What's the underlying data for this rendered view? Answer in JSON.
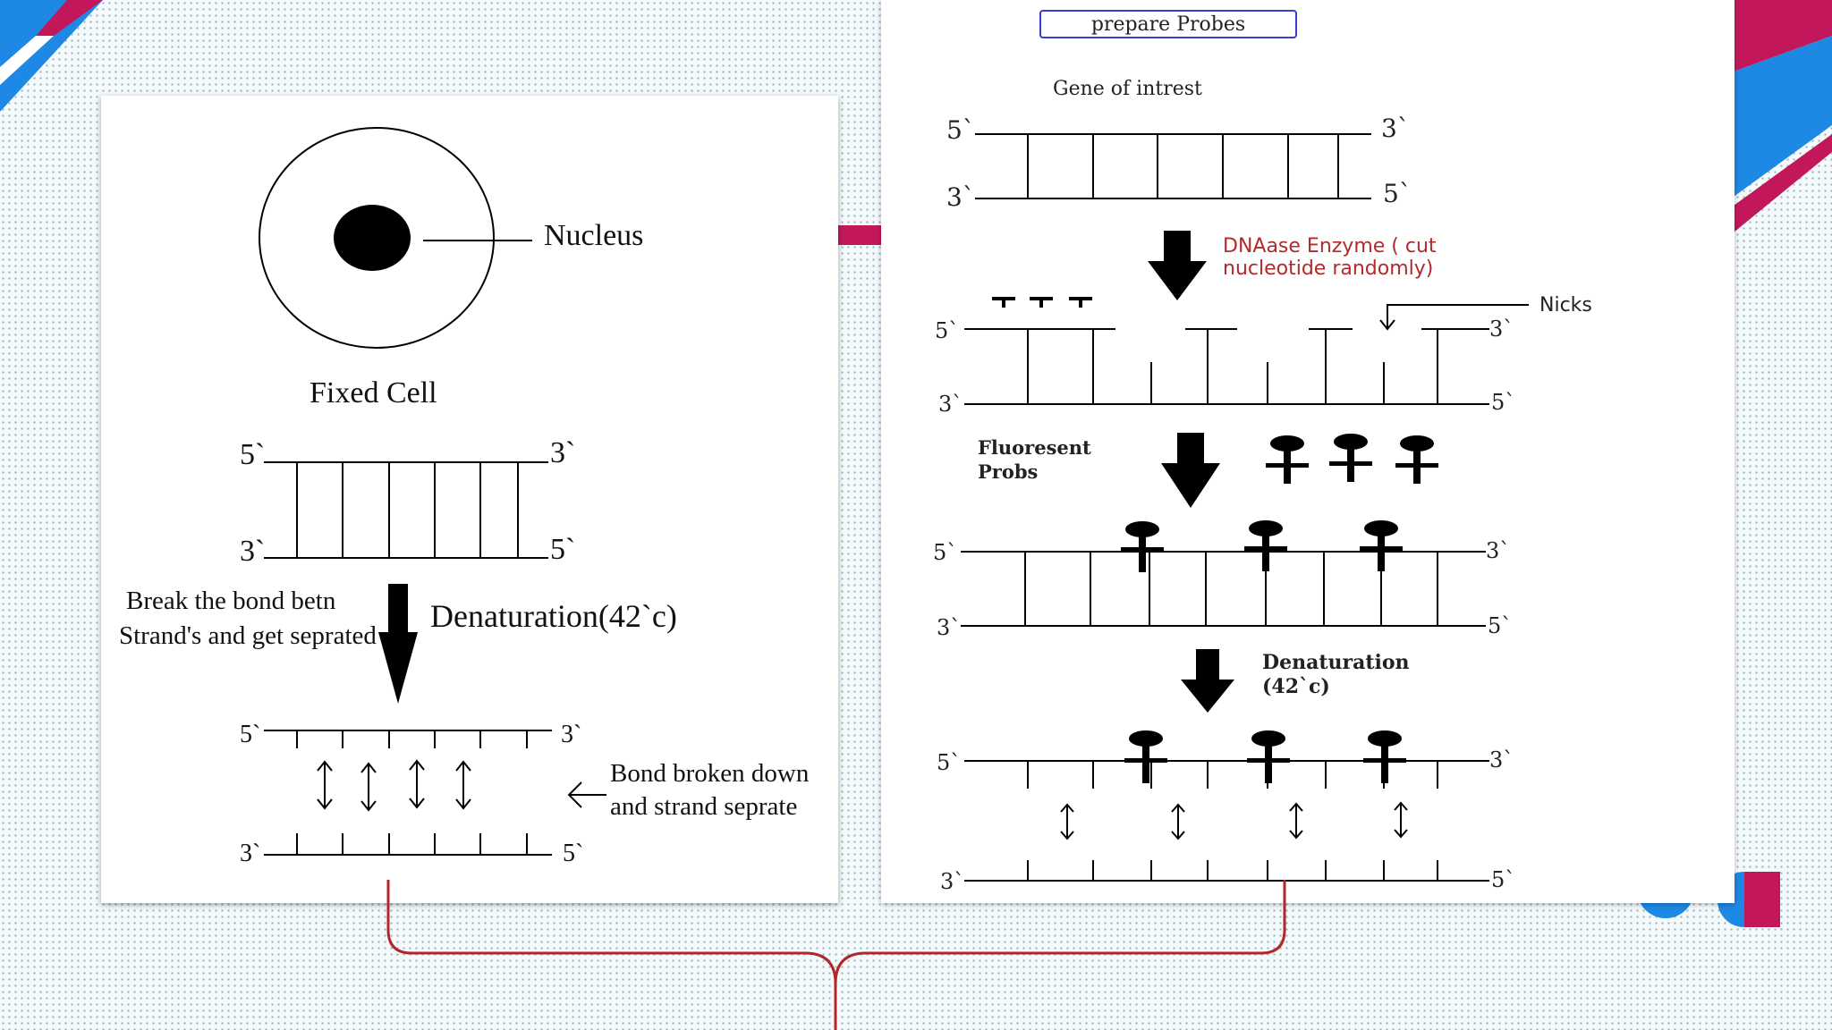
{
  "colors": {
    "accent_pink": "#c2185b",
    "accent_blue": "#1e88e5",
    "brace_red": "#b3262a",
    "heading_red": "#b32a2a",
    "title_box_blue": "#3b3bd6"
  },
  "left": {
    "nucleus_label": "Nucleus",
    "cell_label": "Fixed Cell",
    "dsdna": {
      "top5": "5`",
      "top3": "3`",
      "bot3": "3`",
      "bot5": "5`"
    },
    "break_note": [
      "Break the bond betn",
      "Strand's and get seprated"
    ],
    "denaturation_label": "Denaturation(42`c)",
    "ssdna": {
      "top5": "5`",
      "top3": "3`",
      "bot3": "3`",
      "bot5": "5`"
    },
    "bond_note": [
      "Bond broken down",
      "and strand seprate"
    ]
  },
  "right": {
    "title": "prepare Probes",
    "gene_label": "Gene of intrest",
    "dsdna": {
      "top5": "5`",
      "top3": "3`",
      "bot3": "3`",
      "bot5": "5`"
    },
    "enzyme_label": [
      "DNAase Enzyme ( cut",
      "nucleotide randomly)"
    ],
    "nicked": {
      "top5": "5`",
      "top3": "3`",
      "bot3": "3`",
      "bot5": "5`"
    },
    "nicks_label": "Nicks",
    "probe_label": [
      "Fluoresent",
      "Probs"
    ],
    "labeled": {
      "top5": "5`",
      "top3": "3`",
      "bot3": "3`",
      "bot5": "5`"
    },
    "denaturation_label": [
      "Denaturation",
      "(42`c)"
    ],
    "separated": {
      "top5": "5`",
      "top3": "3`",
      "bot3": "3`",
      "bot5": "5`"
    }
  }
}
